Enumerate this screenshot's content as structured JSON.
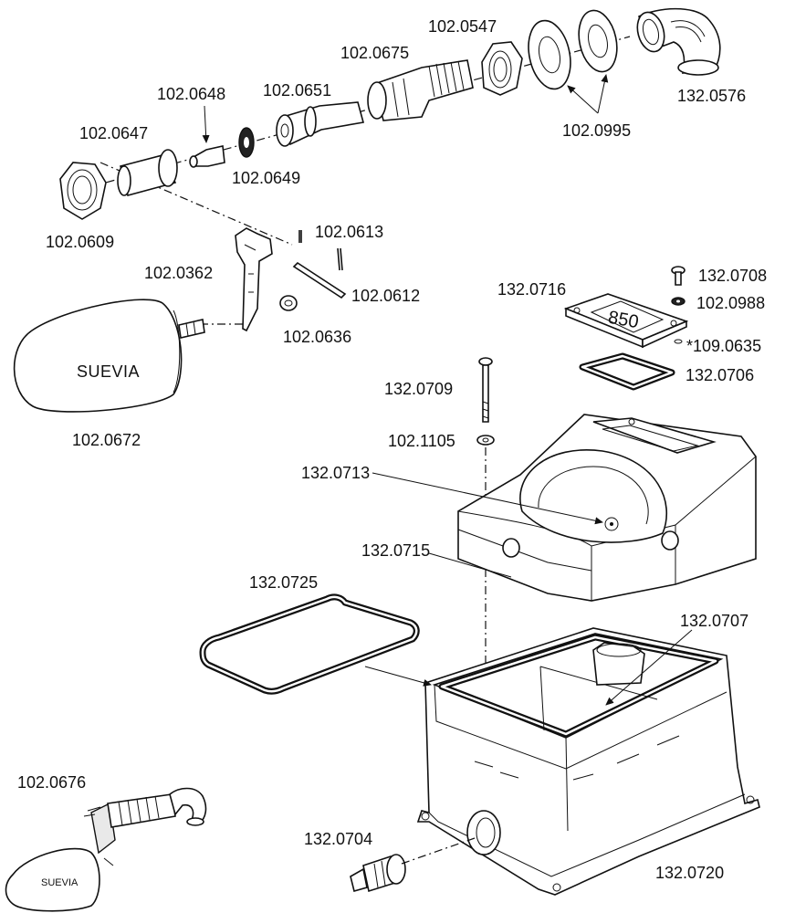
{
  "diagram": {
    "part_labels": {
      "p102_0547": "102.0547",
      "p102_0675": "102.0675",
      "p132_0576": "132.0576",
      "p102_0648": "102.0648",
      "p102_0651": "102.0651",
      "p102_0647": "102.0647",
      "p102_0995": "102.0995",
      "p102_0649": "102.0649",
      "p102_0609": "102.0609",
      "p102_0613": "102.0613",
      "p102_0362": "102.0362",
      "p102_0612": "102.0612",
      "p102_0636": "102.0636",
      "p102_0672": "102.0672",
      "p132_0708": "132.0708",
      "p132_0716": "132.0716",
      "p102_0988": "102.0988",
      "p109_0635": "*109.0635",
      "p132_0706": "132.0706",
      "p132_0709": "132.0709",
      "p102_1105": "102.1105",
      "p132_0713": "132.0713",
      "p132_0715": "132.0715",
      "p132_0725": "132.0725",
      "p132_0707": "132.0707",
      "p102_0676": "102.0676",
      "p132_0704": "132.0704",
      "p132_0720": "132.0720"
    },
    "float_brand": "SUEVIA",
    "float_brand_small": "SUEVIA",
    "cover_plate_text": "850"
  }
}
